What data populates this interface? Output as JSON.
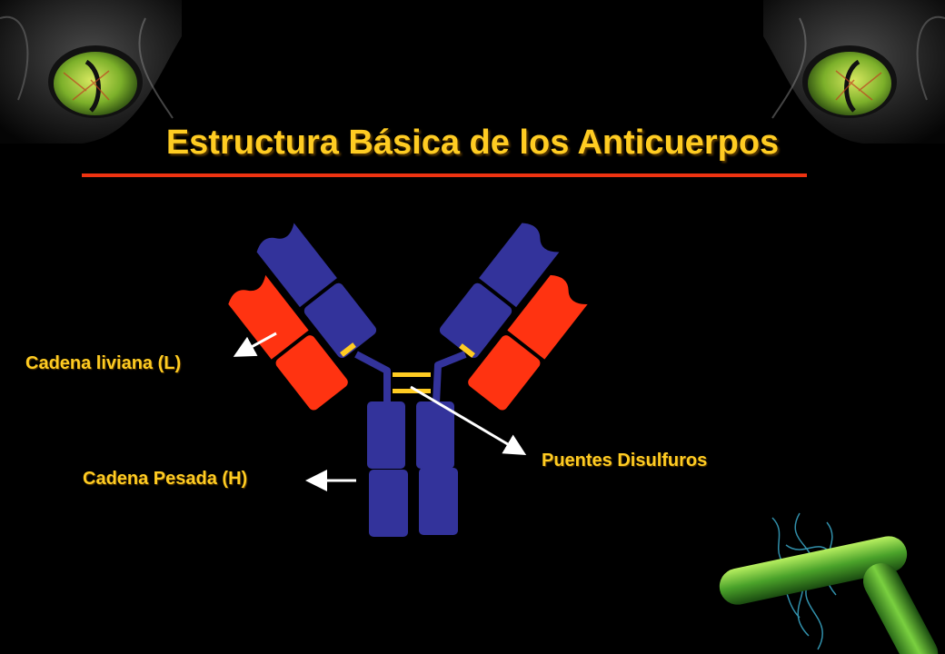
{
  "slide": {
    "title": "Estructura Básica de los Anticuerpos"
  },
  "labels": {
    "light_chain": "Cadena liviana (L)",
    "heavy_chain": "Cadena Pesada (H)",
    "disulfide": "Puentes Disulfuros"
  },
  "colors": {
    "heavy_chain": "#33339b",
    "light_chain": "#ff3311",
    "disulfide_bond": "#ffcc22",
    "title_text": "#ffcc22",
    "title_rule": "#ee3311",
    "background": "#000000"
  },
  "images": {
    "top_left": "cat-eye-image",
    "top_right": "cat-eye-image",
    "bottom_right": "bacteria-image"
  }
}
